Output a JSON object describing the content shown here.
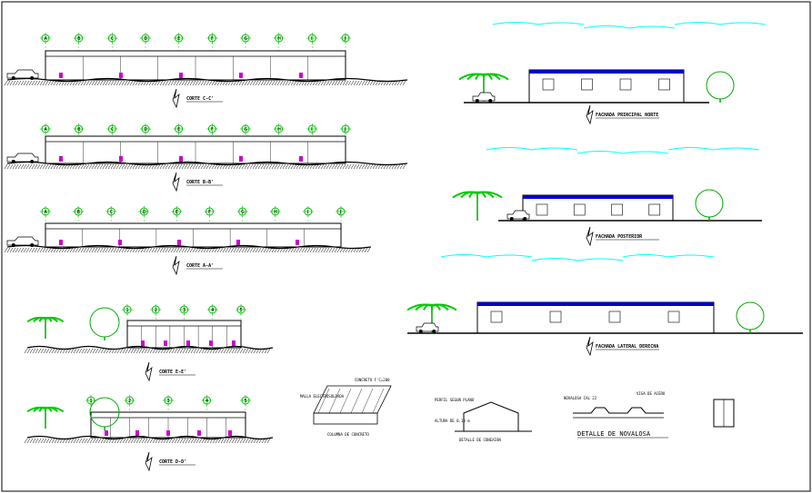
{
  "sections": [
    {
      "id": "s1",
      "caption": "CORTE C-C'",
      "axes": [
        "A",
        "B",
        "C",
        "D",
        "E",
        "F",
        "G",
        "H",
        "I",
        "J"
      ]
    },
    {
      "id": "s2",
      "caption": "CORTE B-B'",
      "axes": [
        "A",
        "B",
        "C",
        "D",
        "E",
        "F",
        "G",
        "H",
        "I",
        "J"
      ]
    },
    {
      "id": "s3",
      "caption": "CORTE A-A'",
      "axes": [
        "A",
        "B",
        "C",
        "D",
        "E",
        "F",
        "G",
        "H",
        "I",
        "J"
      ]
    },
    {
      "id": "s4",
      "caption": "CORTE E-E'",
      "axes": [
        "1",
        "2",
        "3",
        "4",
        "5"
      ]
    },
    {
      "id": "s5",
      "caption": "CORTE D-D'",
      "axes": [
        "1",
        "2",
        "3",
        "4",
        "5"
      ]
    }
  ],
  "elevations": [
    {
      "id": "e1",
      "caption": "FACHADA PRINCIPAL NORTE"
    },
    {
      "id": "e2",
      "caption": "FACHADA POSTERIOR"
    },
    {
      "id": "e3",
      "caption": "FACHADA LATERAL DERECHA"
    }
  ],
  "details": {
    "title": "DETALLE DE NOVALOSA",
    "notes": [
      "MALLA ELECTROSOLDADA",
      "CONCRETO F'C=200",
      "NOVALOSA CAL 22",
      "VIGA DE ACERO",
      "ALTURA DE 0.10 m",
      "PERFIL SEGUN PLANO",
      "DETALLE DE CONEXION",
      "COLUMNA DE CONCRETO"
    ]
  },
  "colors": {
    "line": "#000000",
    "axis": "#00c000",
    "sky": "#00ffff",
    "accent": "#cc00cc",
    "blue": "#0000cc"
  }
}
